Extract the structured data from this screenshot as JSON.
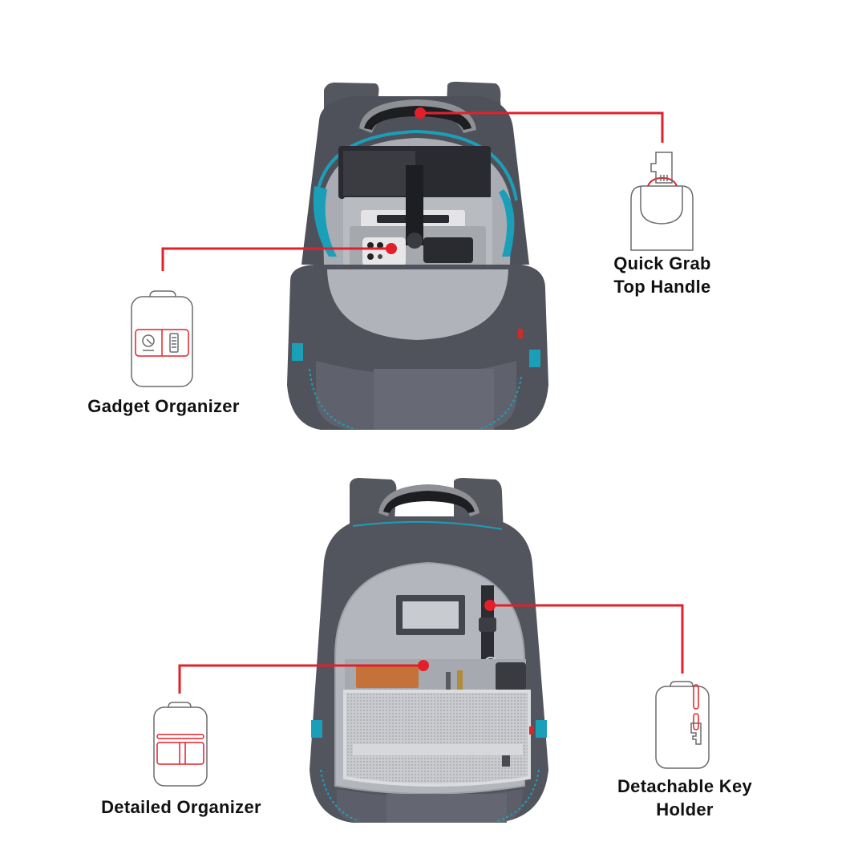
{
  "features": [
    {
      "id": "quick-grab-top-handle",
      "label_lines": [
        "Quick Grab",
        "Top Handle"
      ],
      "icon": "hand-gripping-handle-icon"
    },
    {
      "id": "gadget-organizer",
      "label_lines": [
        "Gadget Organizer"
      ],
      "icon": "backpack-gadget-pocket-icon"
    },
    {
      "id": "detailed-organizer",
      "label_lines": [
        "Detailed Organizer"
      ],
      "icon": "backpack-organizer-pockets-icon"
    },
    {
      "id": "detachable-key-holder",
      "label_lines": [
        "Detachable Key",
        "Holder"
      ],
      "icon": "backpack-key-holder-icon"
    }
  ],
  "colors": {
    "callout_red": "#e3202a",
    "icon_outline": "#6b6b6b",
    "bag_dark": "#4a4c55",
    "bag_mid": "#5b5e68",
    "lining_grey": "#b9bdc3",
    "accent_teal": "#1b9fb8",
    "handle_grey": "#8f9095"
  }
}
